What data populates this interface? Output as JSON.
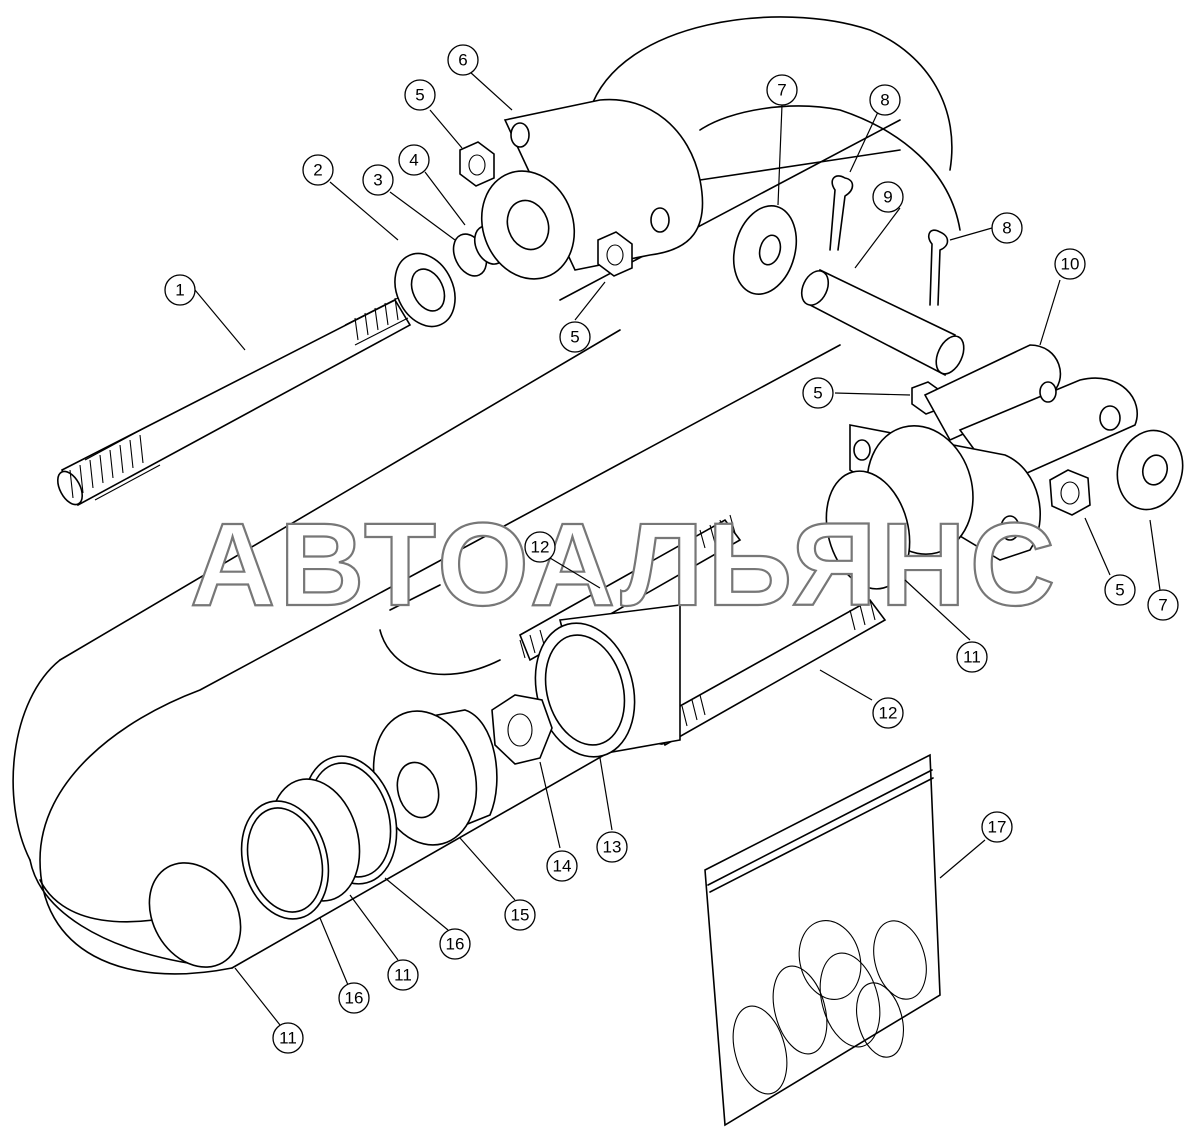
{
  "diagram": {
    "watermark": "АВТОАЛЬЯНС",
    "callouts": [
      {
        "id": "c1",
        "label": "1"
      },
      {
        "id": "c2",
        "label": "2"
      },
      {
        "id": "c3",
        "label": "3"
      },
      {
        "id": "c4",
        "label": "4"
      },
      {
        "id": "c5a",
        "label": "5"
      },
      {
        "id": "c5b",
        "label": "5"
      },
      {
        "id": "c5c",
        "label": "5"
      },
      {
        "id": "c5d",
        "label": "5"
      },
      {
        "id": "c6",
        "label": "6"
      },
      {
        "id": "c7a",
        "label": "7"
      },
      {
        "id": "c7b",
        "label": "7"
      },
      {
        "id": "c8a",
        "label": "8"
      },
      {
        "id": "c8b",
        "label": "8"
      },
      {
        "id": "c9",
        "label": "9"
      },
      {
        "id": "c10",
        "label": "10"
      },
      {
        "id": "c11a",
        "label": "11"
      },
      {
        "id": "c11b",
        "label": "11"
      },
      {
        "id": "c11c",
        "label": "11"
      },
      {
        "id": "c12a",
        "label": "12"
      },
      {
        "id": "c12b",
        "label": "12"
      },
      {
        "id": "c13",
        "label": "13"
      },
      {
        "id": "c14",
        "label": "14"
      },
      {
        "id": "c15",
        "label": "15"
      },
      {
        "id": "c16a",
        "label": "16"
      },
      {
        "id": "c16b",
        "label": "16"
      },
      {
        "id": "c17",
        "label": "17"
      }
    ]
  }
}
